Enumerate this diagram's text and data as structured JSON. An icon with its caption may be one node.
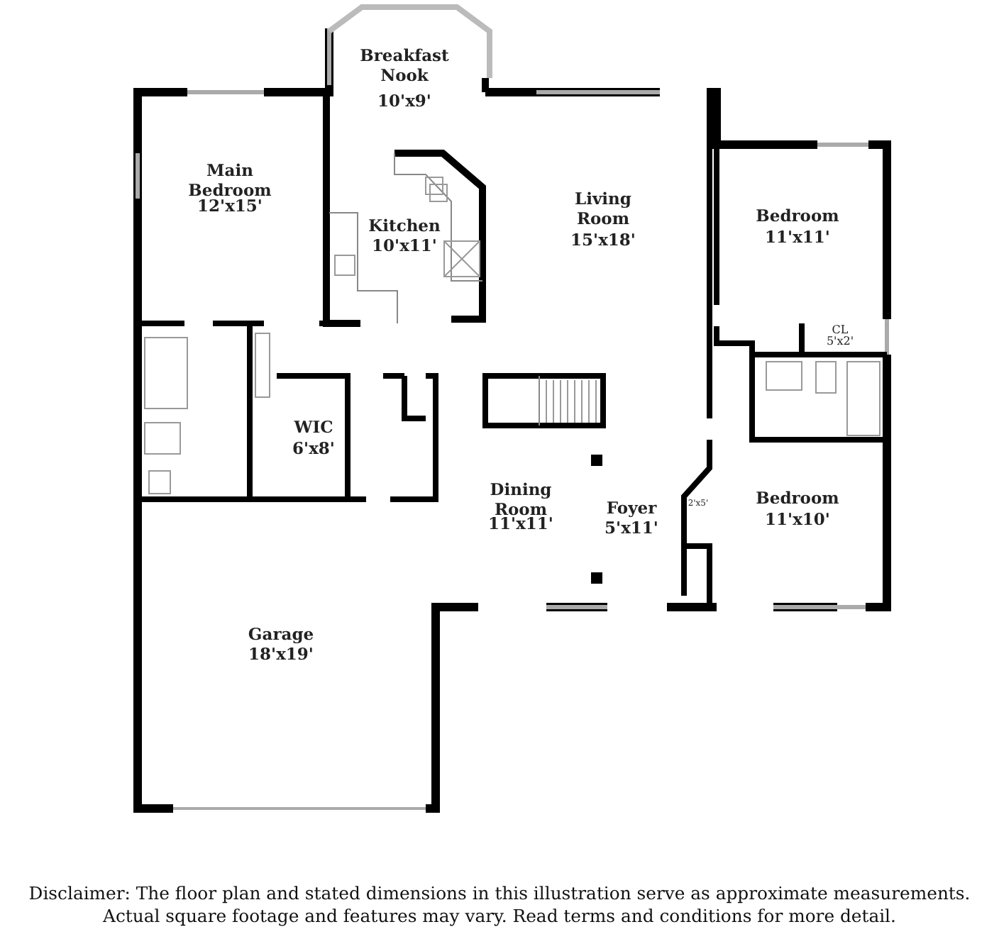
{
  "diagram": {
    "caption": "Disclaimer: The floor plan and stated dimensions in this illustration serve as approximate measurements. Actual square footage and features may vary. Read terms and conditions for more detail.",
    "labels": [
      "Breakfast Nook",
      "10'x9'",
      "Main Bedroom",
      "12'x15'",
      "Kitchen",
      "10'x11'",
      "Living Room",
      "15'x18'",
      "Bedroom",
      "11'x11'",
      "CL",
      "5'x2'",
      "WIC",
      "6'x8'",
      "Dining Room",
      "11'x11'",
      "Foyer",
      "5'x11'",
      "2'x5'",
      "Bedroom",
      "11'x10'",
      "Garage",
      "18'x19'"
    ]
  }
}
